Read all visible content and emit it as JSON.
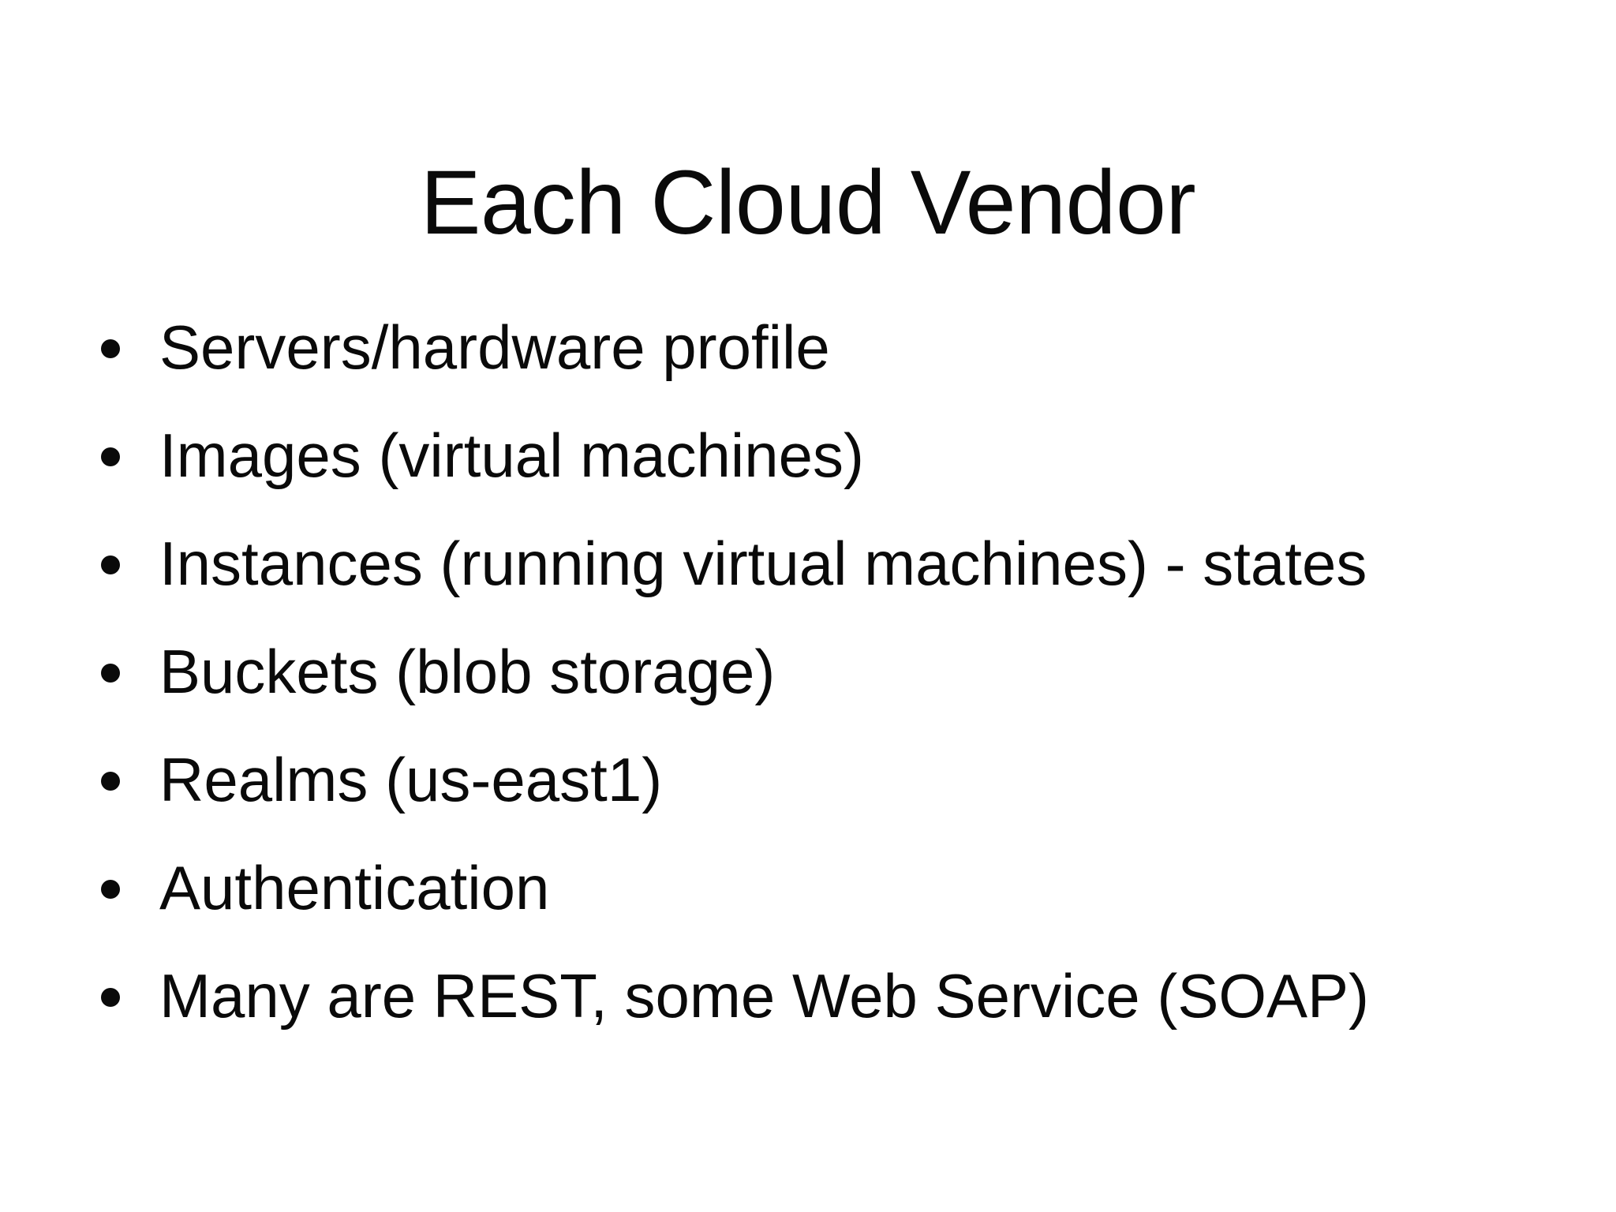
{
  "slide": {
    "title": "Each Cloud Vendor",
    "background_color": "#ffffff",
    "text_color": "#0a0a0a",
    "bullets": [
      {
        "text": "Servers/hardware profile"
      },
      {
        "text": "Images (virtual machines)"
      },
      {
        "text": "Instances (running virtual machines) - states"
      },
      {
        "text": "Buckets (blob storage)"
      },
      {
        "text": "Realms (us-east1)"
      },
      {
        "text": "Authentication"
      },
      {
        "text": "Many are REST, some Web Service (SOAP)"
      }
    ]
  }
}
